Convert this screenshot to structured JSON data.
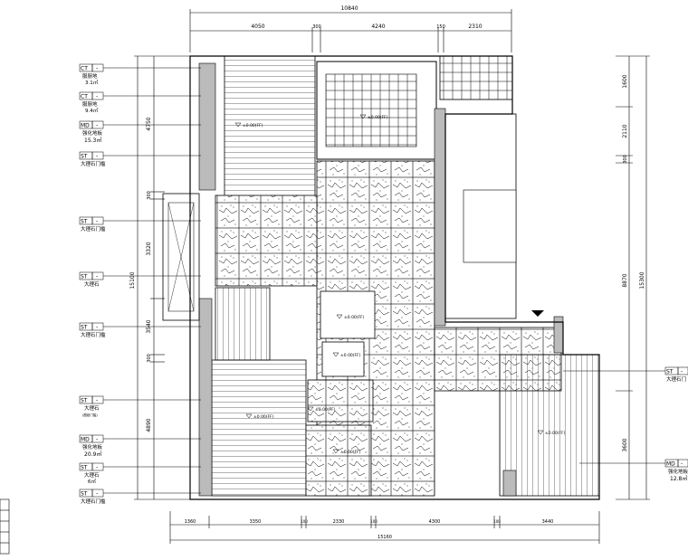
{
  "dims_top": {
    "overall": "10840",
    "segments": [
      "4050",
      "300",
      "4240",
      "150",
      "2310"
    ]
  },
  "dims_bottom": {
    "overall": "15160",
    "segments": [
      "1360",
      "3350",
      "100",
      "2330",
      "100",
      "4300",
      "100",
      "3440"
    ]
  },
  "dims_left": {
    "overall": "15100",
    "segments": [
      "4750",
      "300",
      "3320",
      "3540",
      "300",
      "4890"
    ]
  },
  "dims_right": {
    "overall": "15300",
    "segments": [
      "1600",
      "2110",
      "300",
      "8870",
      "3600"
    ]
  },
  "left_tags": [
    {
      "code": "CT",
      "dash": "-",
      "name": "服厨地",
      "area": "3.1㎡"
    },
    {
      "code": "CT",
      "dash": "-",
      "name": "服厨地",
      "area": "9.4㎡"
    },
    {
      "code": "MD",
      "dash": "-",
      "name": "强化地板",
      "area": "15.3㎡"
    },
    {
      "code": "ST",
      "dash": "-",
      "name": "大理石门槛",
      "area": ""
    },
    {
      "code": "ST",
      "dash": "-",
      "name": "大理石门槛",
      "area": ""
    },
    {
      "code": "ST",
      "dash": "-",
      "name": "大理石",
      "area": ""
    },
    {
      "code": "ST",
      "dash": "-",
      "name": "大理石门槛",
      "area": ""
    },
    {
      "code": "ST",
      "dash": "-",
      "name": "大理石",
      "area": "(图纸门槛)"
    },
    {
      "code": "MD",
      "dash": "-",
      "name": "强化地板",
      "area": "20.9㎡"
    },
    {
      "code": "ST",
      "dash": "-",
      "name": "大理石",
      "area": "6㎡"
    },
    {
      "code": "ST",
      "dash": "-",
      "name": "大理石门槛",
      "area": ""
    }
  ],
  "right_tags": [
    {
      "code": "ST",
      "dash": "-",
      "name": "大理石门",
      "area": ""
    },
    {
      "code": "MD",
      "dash": "-",
      "name": "强化地板",
      "area": "12.8㎡"
    }
  ],
  "room_markers": [
    {
      "label": "±0.00(FF)"
    },
    {
      "label": "±0.00(FF)"
    },
    {
      "label": "±0.00(FF)"
    },
    {
      "label": "±0.00(FF)"
    },
    {
      "label": "±0.00(FF)"
    },
    {
      "label": "±0.00(FF)"
    },
    {
      "label": "±0.00(FF)"
    },
    {
      "label": "±0.00(FF)"
    }
  ]
}
